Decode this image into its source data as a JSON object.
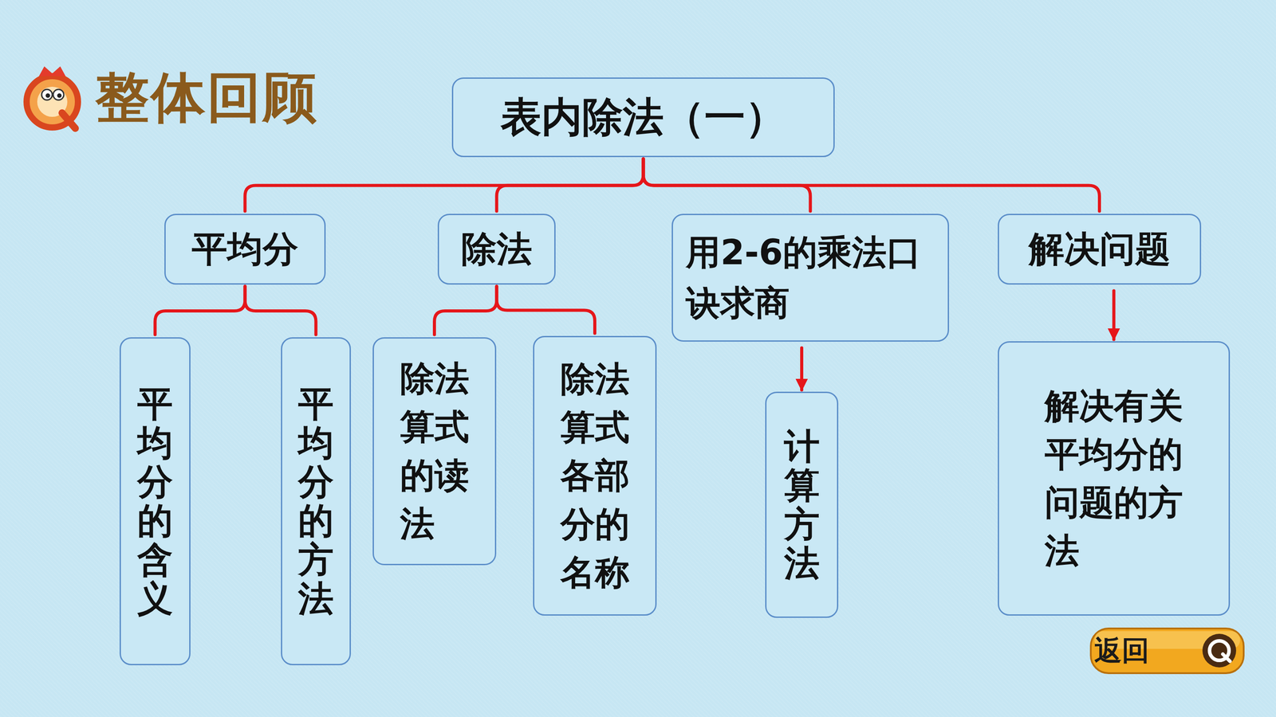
{
  "diagram": {
    "title": "整体回顾",
    "nodes": [
      {
        "text": [
          "表内除法（一）"
        ]
      },
      {
        "text": [
          "平均分"
        ]
      },
      {
        "text": [
          "除法"
        ]
      },
      {
        "text": [
          "用2-6的乘法口诀求商"
        ]
      },
      {
        "text": [
          "解决问题"
        ]
      },
      {
        "text": [
          "平均分的含义"
        ]
      },
      {
        "text": [
          "平均分的方法"
        ]
      },
      {
        "text": [
          "除法算式的读法"
        ]
      },
      {
        "text": [
          "除法算式各部分的名称"
        ]
      },
      {
        "text": [
          "计算方法"
        ]
      },
      {
        "text": [
          "解决有关平均分的问题的方法"
        ]
      }
    ],
    "edges": [
      {
        "from": 0,
        "to": 1,
        "arrow": "none"
      },
      {
        "from": 0,
        "to": 2,
        "arrow": "none"
      },
      {
        "from": 0,
        "to": 3,
        "arrow": "none"
      },
      {
        "from": 0,
        "to": 4,
        "arrow": "none"
      },
      {
        "from": 1,
        "to": 5,
        "arrow": "none"
      },
      {
        "from": 1,
        "to": 6,
        "arrow": "none"
      },
      {
        "from": 2,
        "to": 7,
        "arrow": "none"
      },
      {
        "from": 2,
        "to": 8,
        "arrow": "none"
      },
      {
        "from": 3,
        "to": 9,
        "arrow": "to"
      },
      {
        "from": 4,
        "to": 10,
        "arrow": "to"
      }
    ],
    "labels": [
      "返回"
    ]
  }
}
